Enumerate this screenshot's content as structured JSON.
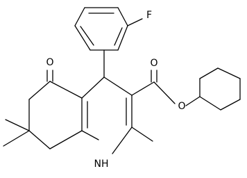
{
  "structure": {
    "colors": {
      "bond": "#000000",
      "label": "#000000",
      "background": "#ffffff"
    },
    "labels": {
      "fluorine": "F",
      "ketone_oxygen": "O",
      "ester_carbonyl_oxygen": "O",
      "ester_oxygen": "O",
      "amine": "NH"
    }
  }
}
